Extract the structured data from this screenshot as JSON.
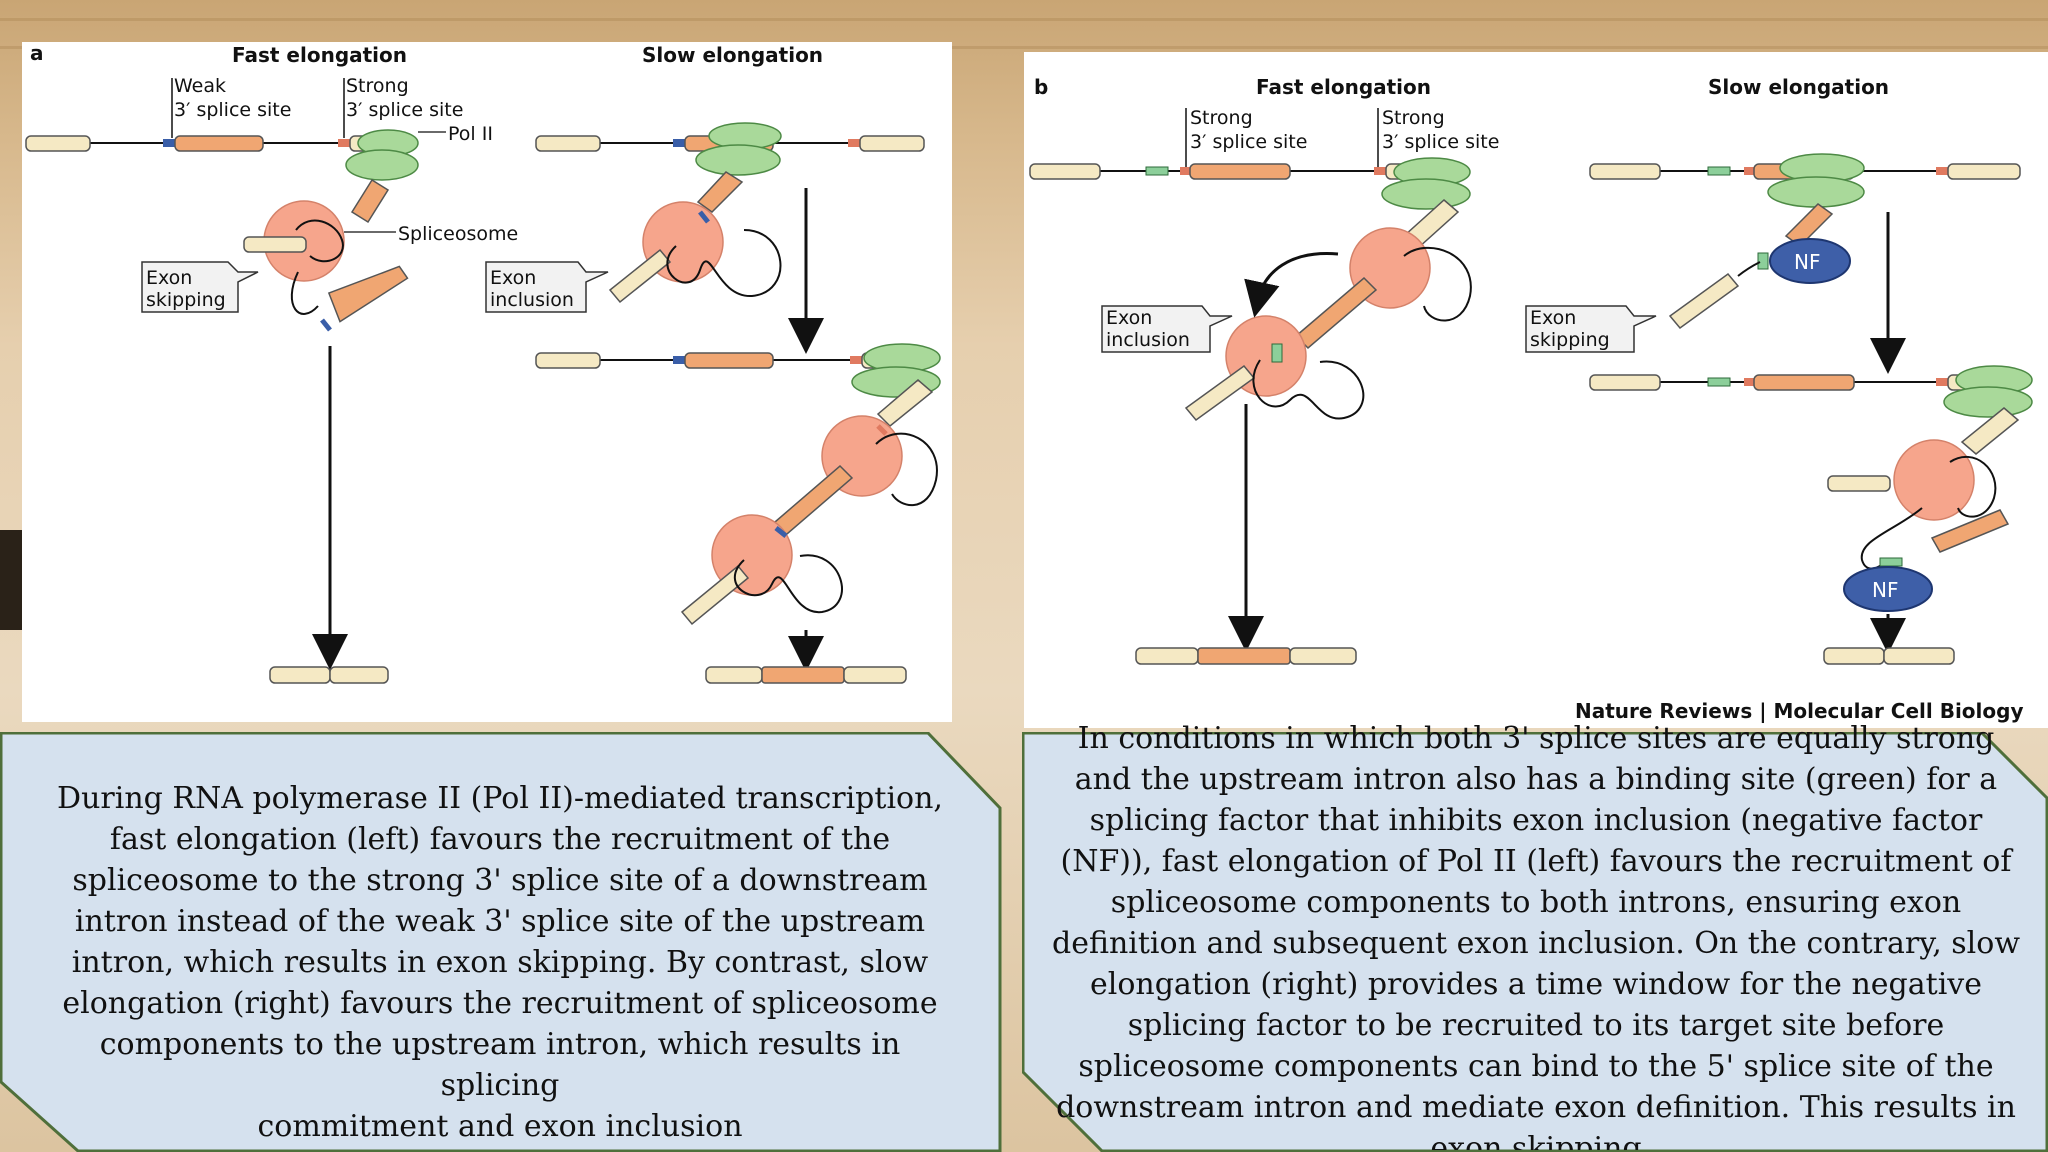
{
  "panel_a": {
    "letter": "a",
    "title_fast": "Fast elongation",
    "title_slow": "Slow elongation",
    "label_weak": "Weak",
    "label_weak_site": "3′ splice site",
    "label_strong": "Strong",
    "label_strong_site": "3′ splice site",
    "label_pol": "Pol II",
    "label_spliceosome": "Spliceosome",
    "callout_left": [
      "Exon",
      "skipping"
    ],
    "callout_right": [
      "Exon",
      "inclusion"
    ]
  },
  "panel_b": {
    "letter": "b",
    "title_fast": "Fast elongation",
    "title_slow": "Slow elongation",
    "label_strong1": "Strong",
    "label_strong1_site": "3′ splice site",
    "label_strong2": "Strong",
    "label_strong2_site": "3′ splice site",
    "nf_label": "NF",
    "callout_left": [
      "Exon",
      "inclusion"
    ],
    "callout_right": [
      "Exon",
      "skipping"
    ],
    "credit": "Nature Reviews | Molecular Cell Biology"
  },
  "caption_left": [
    "During RNA polymerase II (Pol II)-mediated transcription,",
    "fast elongation (left) favours the recruitment of the",
    "spliceosome to the strong 3' splice site of a downstream",
    "intron instead of the weak 3' splice site of the upstream",
    "intron, which results in exon skipping. By contrast, slow",
    "elongation (right) favours the recruitment of spliceosome",
    "components to the upstream intron, which results in splicing",
    "commitment and exon inclusion"
  ],
  "caption_right": [
    "In conditions in which both 3' splice sites are equally strong",
    "and the upstream intron also has a binding site (green) for a",
    "splicing factor that inhibits exon inclusion (negative factor",
    "(NF)), fast elongation of Pol II (left) favours the recruitment of",
    "spliceosome components to both introns, ensuring exon",
    "definition and subsequent exon inclusion. On the contrary, slow",
    "elongation (right) provides a time window for the negative",
    "splicing factor to be recruited to its target site before",
    "spliceosome components can bind to the 5' splice site of the",
    "downstream intron and mediate exon definition. This results in",
    "exon skipping"
  ],
  "colors": {
    "exon_light": "#f5e9c4",
    "exon_orange": "#f0a672",
    "pol_green": "#a9d99a",
    "spliceosome": "#f6a58c",
    "nf_blue": "#3e5fa8",
    "caption_bg": "#d5e1ee",
    "caption_border": "#4f6f3a"
  }
}
